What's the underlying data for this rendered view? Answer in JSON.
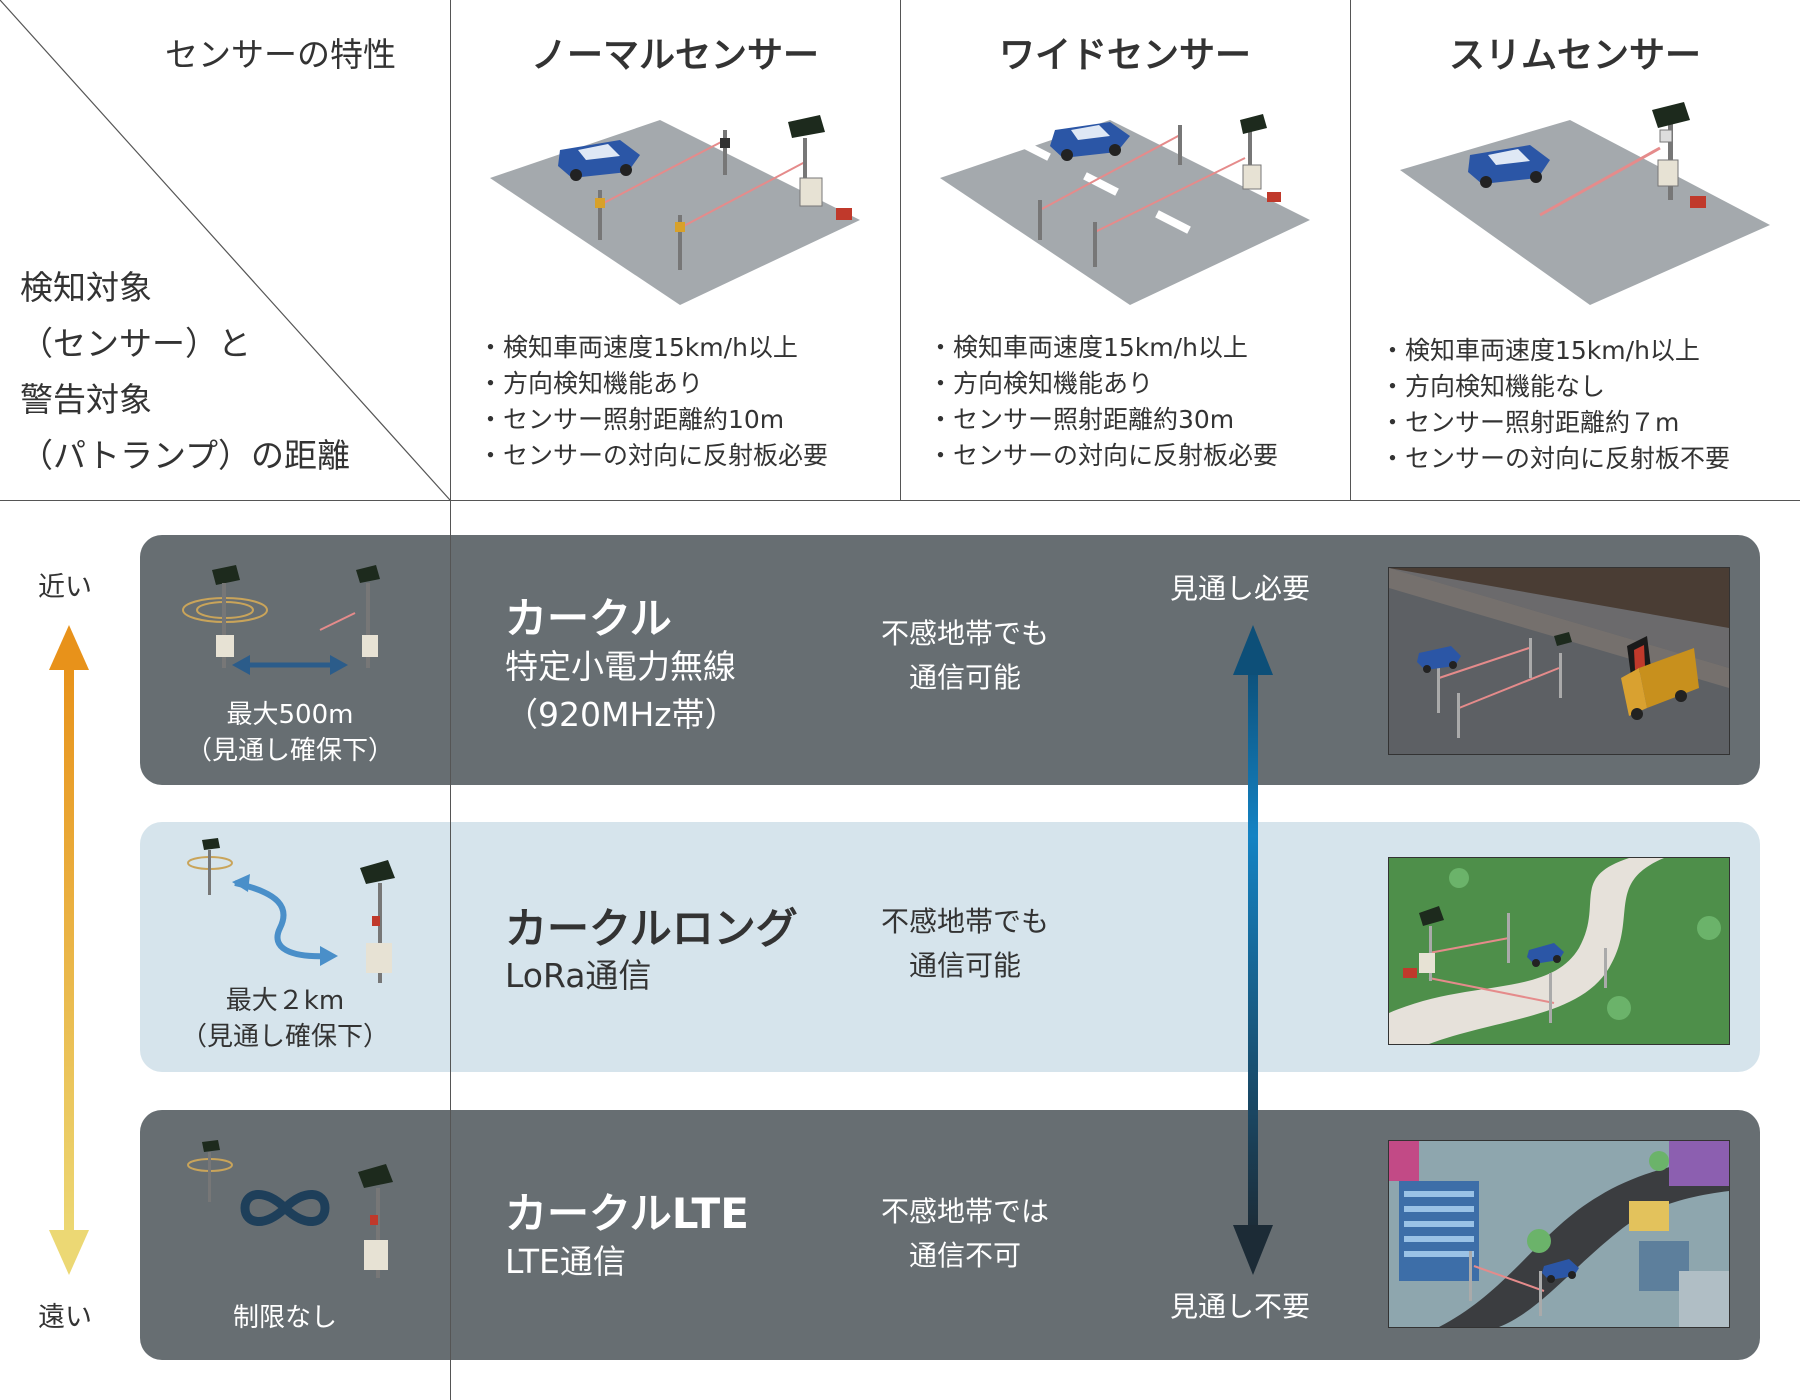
{
  "header": {
    "corner_top": "センサーの特性",
    "corner_bottom": [
      "検知対象",
      "（センサー）と",
      "警告対象",
      "（パトランプ）の距離"
    ]
  },
  "sensors": [
    {
      "name": "ノーマルセンサー",
      "features": [
        "・検知車両速度15km/h以上",
        "・方向検知機能あり",
        "・センサー照射距離約10m",
        "・センサーの対向に反射板必要"
      ]
    },
    {
      "name": "ワイドセンサー",
      "features": [
        "・検知車両速度15km/h以上",
        "・方向検知機能あり",
        "・センサー照射距離約30m",
        "・センサーの対向に反射板必要"
      ]
    },
    {
      "name": "スリムセンサー",
      "features": [
        "・検知車両速度15km/h以上",
        "・方向検知機能なし",
        "・センサー照射距離約７m",
        "・センサーの対向に反射板不要"
      ]
    }
  ],
  "distance_axis": {
    "near": "近い",
    "far": "遠い"
  },
  "line_of_sight": {
    "required": "見通し必要",
    "not_required": "見通し不要"
  },
  "products": [
    {
      "name": "カークル",
      "comm": [
        "特定小電力無線",
        "（920MHz帯）"
      ],
      "note": [
        "不感地帯でも",
        "通信可能"
      ],
      "range": [
        "最大500m",
        "（見通し確保下）"
      ],
      "scene_icon": "wall-truck-scene"
    },
    {
      "name": "カークルロング",
      "comm": [
        "LoRa通信"
      ],
      "note": [
        "不感地帯でも",
        "通信可能"
      ],
      "range": [
        "最大２km",
        "（見通し確保下）"
      ],
      "scene_icon": "winding-road-park-scene"
    },
    {
      "name": "カークルLTE",
      "comm": [
        "LTE通信"
      ],
      "note": [
        "不感地帯では",
        "通信不可"
      ],
      "range": [
        "制限なし"
      ],
      "scene_icon": "city-road-scene"
    }
  ],
  "colors": {
    "band_dark": "#676e72",
    "band_light": "#d6e4ec",
    "road": "#a4a9ad",
    "car": "#2b56a6",
    "laser": "#d9534f",
    "arrow_orange": "#e8921a",
    "arrow_yellow": "#ecd874",
    "arrow_blue": "#1483c4",
    "arrow_dark": "#1c2b36"
  }
}
